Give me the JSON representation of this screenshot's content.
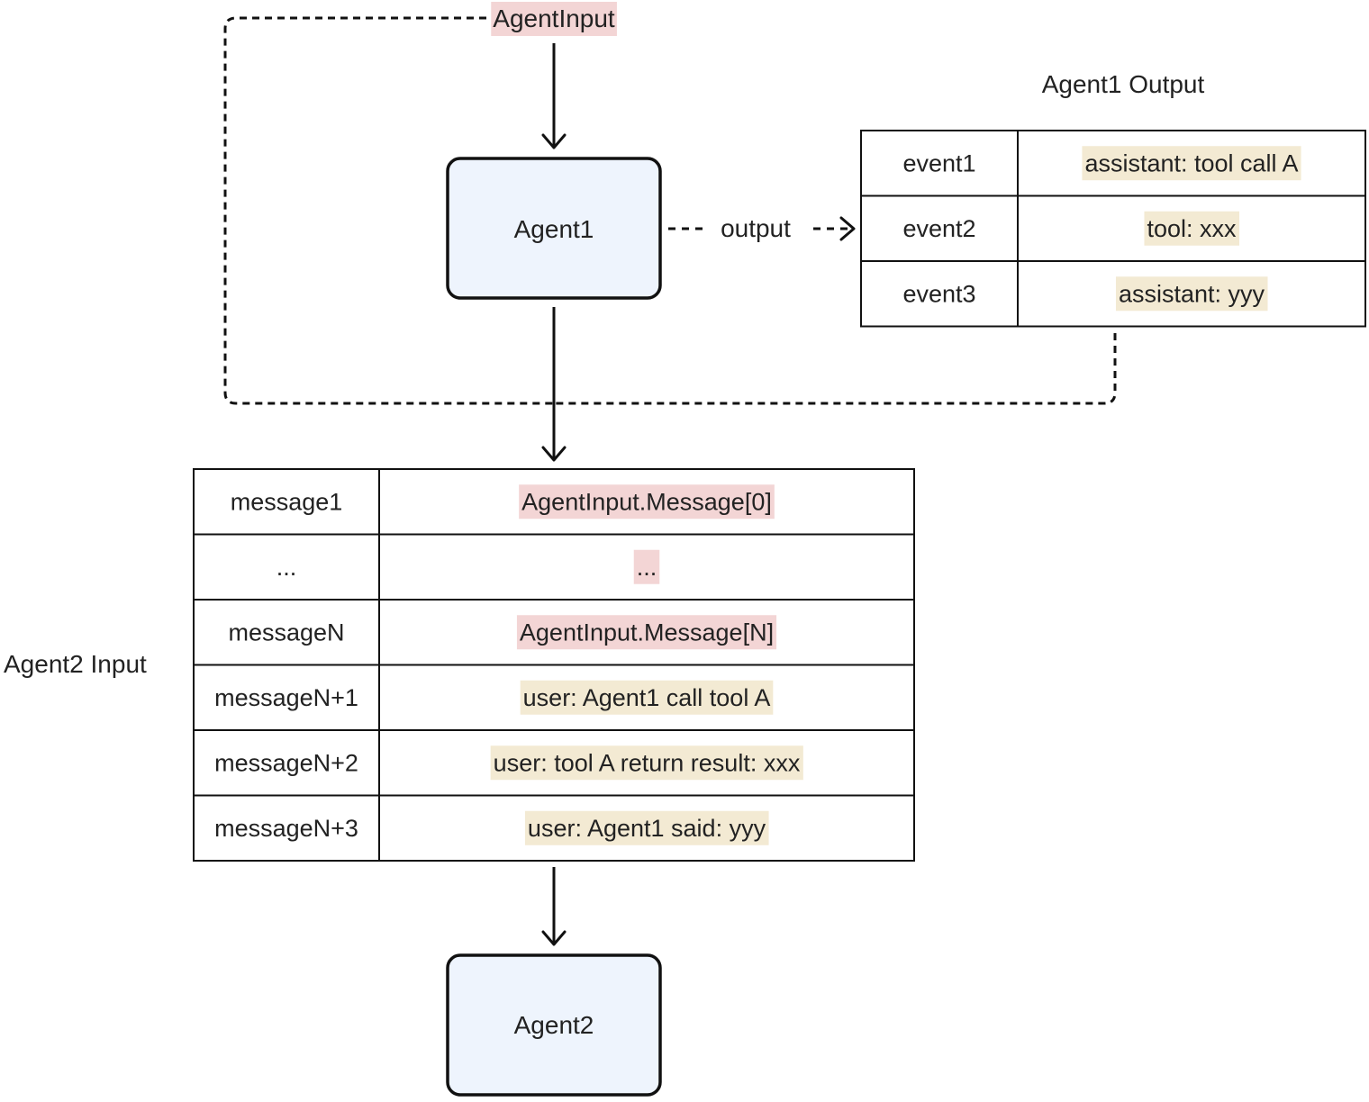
{
  "agent_input_label": "AgentInput",
  "agent1": {
    "label": "Agent1"
  },
  "agent2": {
    "label": "Agent2"
  },
  "output_label": "output",
  "agent1_output": {
    "title": "Agent1 Output",
    "rows": [
      {
        "key": "event1",
        "value": "assistant: tool call A",
        "highlight": "beige"
      },
      {
        "key": "event2",
        "value": "tool: xxx",
        "highlight": "beige"
      },
      {
        "key": "event3",
        "value": "assistant: yyy",
        "highlight": "beige"
      }
    ]
  },
  "agent2_input": {
    "title": "Agent2 Input",
    "rows": [
      {
        "key": "message1",
        "value": "AgentInput.Message[0]",
        "highlight": "pink"
      },
      {
        "key": "...",
        "value": "...",
        "highlight": "pink"
      },
      {
        "key": "messageN",
        "value": "AgentInput.Message[N]",
        "highlight": "pink"
      },
      {
        "key": "messageN+1",
        "value": "user: Agent1 call tool A",
        "highlight": "beige"
      },
      {
        "key": "messageN+2",
        "value": "user: tool A return result: xxx",
        "highlight": "beige"
      },
      {
        "key": "messageN+3",
        "value": "user: Agent1 said: yyy",
        "highlight": "beige"
      }
    ]
  },
  "colors": {
    "pink_highlight": "#f3d5d5",
    "beige_highlight": "#f3ead3",
    "agent_fill": "#eef4fd",
    "stroke": "#111111"
  }
}
